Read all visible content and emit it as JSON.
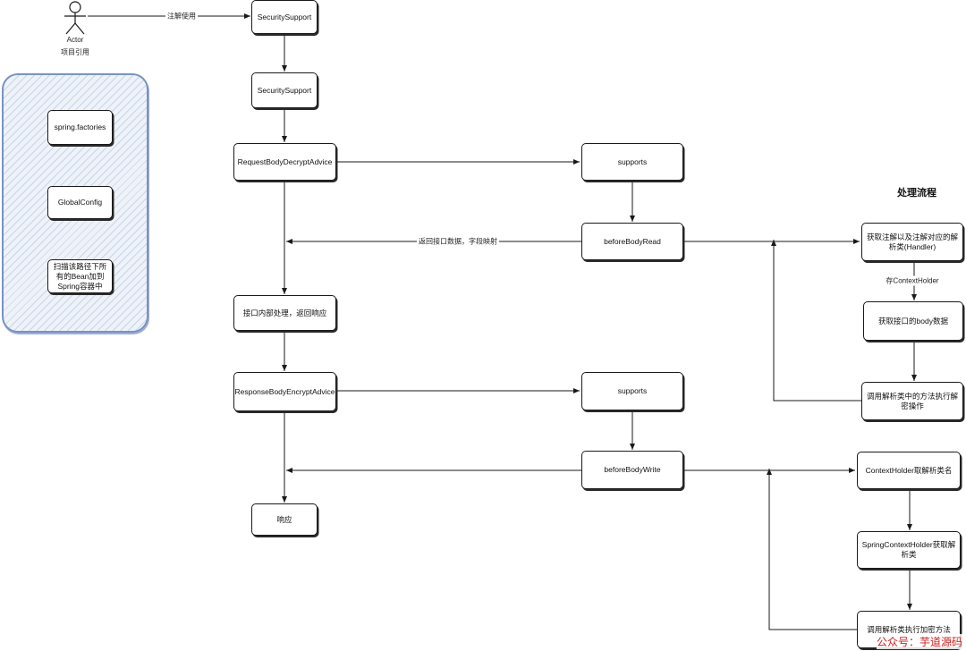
{
  "actor": {
    "name": "Actor",
    "note": "项目引用"
  },
  "title": "处理流程",
  "nodes": {
    "security_support_1": "SecuritySupport",
    "security_support_2": "SecuritySupport",
    "request_advice": "RequestBodyDecryptAdvice",
    "supports_1": "supports",
    "before_body_read": "beforeBodyRead",
    "internal_process": "接口内部处理，返回响应",
    "response_advice": "ResponseBodyEncryptAdvice",
    "supports_2": "supports",
    "before_body_write": "beforeBodyWrite",
    "response": "响应",
    "spring_factories": "spring.factories",
    "global_config": "GlobalConfig",
    "scan_beans": "扫描该路径下所有的Bean加到Spring容器中",
    "get_annotation": "获取注解以及注解对应的解析类(Handler)",
    "get_body": "获取接口的body数据",
    "call_decrypt": "调用解析类中的方法执行解密操作",
    "holder_get_name": "ContextHolder取解析类名",
    "spring_holder_get": "SpringContextHolder获取解析类",
    "call_encrypt": "调用解析类执行加密方法"
  },
  "edge_labels": {
    "annotate_use": "注解使用",
    "return_data": "返回接口数据，字段映射",
    "save_holder": "存ContextHolder"
  },
  "watermark": "公众号：芋道源码",
  "colors": {
    "group_border": "#7893c0",
    "group_fill": "#eef2f9",
    "watermark": "#cc2020"
  }
}
